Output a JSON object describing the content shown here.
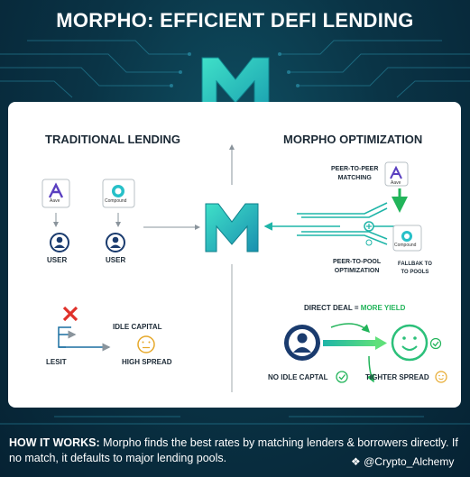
{
  "title": "MORPHO: EFFICIENT DEFI LENDING",
  "left": {
    "heading": "TRADITIONAL LENDING",
    "pools": [
      "Aave",
      "Compound"
    ],
    "users": [
      "USER",
      "USER"
    ],
    "idle_capital": "IDLE CAPITAL",
    "high_spread": "HIGH SPREAD",
    "result": "LESIT"
  },
  "right": {
    "heading": "MORPHO OPTIMIZATION",
    "p2p": "PEER-TO-PEER\nMATCHING",
    "p2pool": "PEER-TO-POOL\nOPTIMIZATION",
    "fallback": "FALLBAK TO\nTO POOLS",
    "pools": [
      "Aave",
      "Compound"
    ],
    "direct_deal": "DIRECT DEAL",
    "equals": "=",
    "more_yield": "MORE YIELD",
    "no_idle": "NO IDLE CAPTAL",
    "tighter_spread": "TIGHTER SPREAD"
  },
  "footer": {
    "lead": "HOW IT WORKS:",
    "text": " Morpho finds the best rates by matching lenders & borrowers directly. If no match, it defaults to major lending pools."
  },
  "credit": "@Crypto_Alchemy",
  "colors": {
    "bg": "#0a3446",
    "teal": "#1fb5a8",
    "green": "#22b45a",
    "red": "#e0312a",
    "navy": "#1a3b6e"
  },
  "icons": [
    "morpho-logo-icon",
    "aave-icon",
    "compound-icon",
    "user-icon",
    "cross-icon",
    "smile-icon",
    "check-icon",
    "diamond-icon"
  ]
}
